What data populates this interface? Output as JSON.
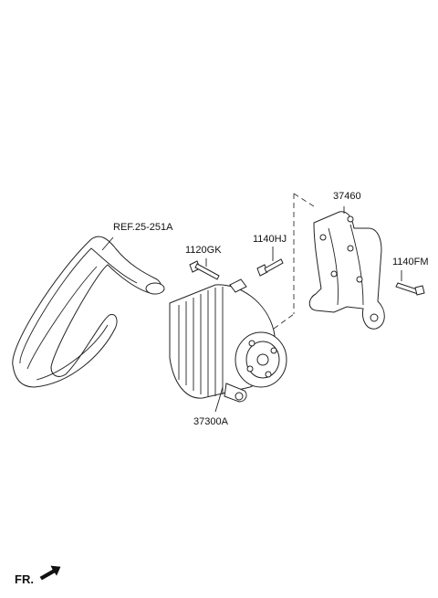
{
  "labels": {
    "ref_belt": "REF.25-251A",
    "bolt_alternator": "1120GK",
    "bolt_bracket_upper": "1140HJ",
    "bracket": "37460",
    "bolt_bracket_right": "1140FM",
    "alternator": "37300A",
    "direction": "FR."
  }
}
